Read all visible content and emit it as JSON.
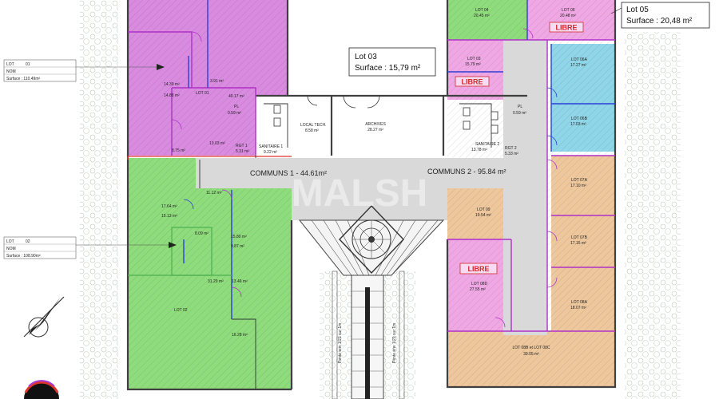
{
  "watermark": "MALSH",
  "commons": {
    "c1": "COMMUNS 1 - 44.61m²",
    "c2": "COMMUNS 2 - 95.84 m²"
  },
  "callouts": {
    "lot03": {
      "line1": "Lot 03",
      "line2": "Surface : 15,79 m²"
    },
    "lot05": {
      "line1": "Lot 05",
      "line2": "Surface : 20,48 m²"
    }
  },
  "libre": "LIBRE",
  "legends": {
    "lot01": {
      "lot": "LOT",
      "lot_no": "01",
      "nom": "NOM",
      "surface": "Surface : 110.49m²"
    },
    "lot02": {
      "lot": "LOT",
      "lot_no": "02",
      "nom": "NOM",
      "surface": "Surface : 108.90m²"
    }
  },
  "ramps": {
    "left": "Pente env 1/21 sur 1m",
    "right": "Pente env 1/21 sur 1m"
  },
  "rooms": {
    "lot01_name": "LOT 01",
    "lot01_a": "14.39 m²",
    "lot01_b": "14.88 m²",
    "lot01_c": "3.91 m²",
    "lot01_d": "40.17 m²",
    "lot01_e": "8.75 m²",
    "lot01_f": "13.03 m²",
    "pl_left_name": "PL",
    "pl_left_area": "0.59 m²",
    "rgt1_name": "RGT 1",
    "rgt1_area": "5.31 m²",
    "san1_name": "SANITAIRE 1",
    "san1_area": "9.22 m²",
    "localtech_name": "LOCAL TECH.",
    "localtech_area": "8.58 m²",
    "archives_name": "ARCHIVES",
    "archives_area": "28.27 m²",
    "san2_name": "SANITAIRE 2",
    "san2_area": "13.78 m²",
    "rgt2_name": "RGT 2",
    "rgt2_area": "5.33 m²",
    "pl_right_name": "PL",
    "pl_right_area": "0.59 m²",
    "lot03_name": "LOT 03",
    "lot03_area": "15.79 m²",
    "lot04_name": "LOT 04",
    "lot04_area": "20.45 m²",
    "lot05_name": "LOT 05",
    "lot05_area": "20.48 m²",
    "lot06a_name": "LOT 06A",
    "lot06a_area": "17.27 m²",
    "lot06b_name": "LOT 06B",
    "lot06b_area": "17.03 m²",
    "lot07a_name": "LOT 07A",
    "lot07a_area": "17.10 m²",
    "lot07b_name": "LOT 07B",
    "lot07b_area": "17.15 m²",
    "lot09_name": "LOT 09",
    "lot09_area": "19.54 m²",
    "lot08b_name": "LOT 08D",
    "lot08b_area": "27.55 m²",
    "lot08a_name": "LOT 08A",
    "lot08a_area": "18.07 m²",
    "lot08c_name": "LOT 08B et LOT 08C",
    "lot08c_area": "39.05 m²",
    "lot02_name": "LOT 02",
    "lot02_a": "11.12 m²",
    "lot02_b": "17.64 m²",
    "lot02_c": "15.13 m²",
    "lot02_d": "8.09 m²",
    "lot02_e": "15.80 m²",
    "lot02_f": "9.87 m²",
    "lot02_g": "31.29 m²",
    "lot02_h": "13.46 m²",
    "lot02_i": "16.28 m²"
  },
  "colors": {
    "lot01": "#d98be0",
    "lot02": "#8fdc7c",
    "pink": "#f0a8e4",
    "blue": "#8fd6e8",
    "orange": "#eec89c",
    "corridor": "#d9d9d9",
    "wall": "#404040",
    "red_line": "#e0352b",
    "purple_line": "#b030c8",
    "blue_line": "#2b3fd6"
  }
}
